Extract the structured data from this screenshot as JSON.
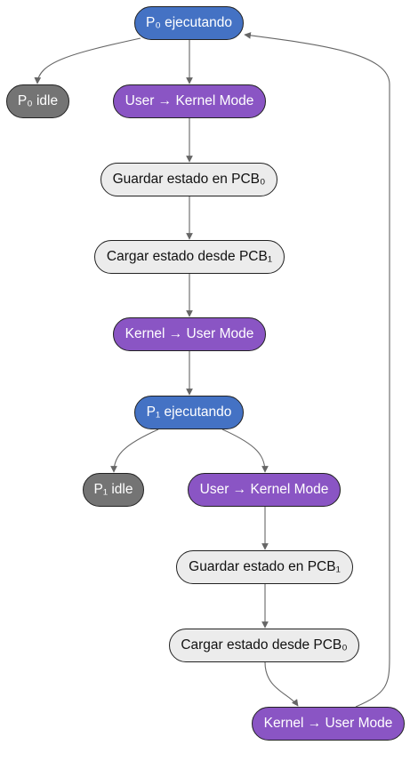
{
  "nodes": {
    "p0_running": "P₀ ejecutando",
    "p0_idle": "P₀ idle",
    "user_to_kernel_1": "User → Kernel Mode",
    "save_pcb0": "Guardar estado en PCB₀",
    "load_pcb1": "Cargar estado desde PCB₁",
    "kernel_to_user_1": "Kernel → User Mode",
    "p1_running": "P₁ ejecutando",
    "p1_idle": "P₁ idle",
    "user_to_kernel_2": "User → Kernel Mode",
    "save_pcb1": "Guardar estado en PCB₁",
    "load_pcb0": "Cargar estado desde PCB₀",
    "kernel_to_user_2": "Kernel → User Mode"
  },
  "colors": {
    "process_running": "#4472c4",
    "mode_switch": "#8a55c4",
    "idle": "#747474",
    "pcb_step": "#ececec",
    "edge": "#666666"
  }
}
